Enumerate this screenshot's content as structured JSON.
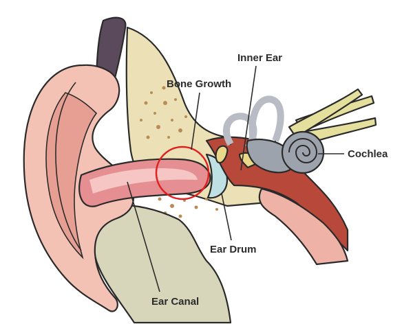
{
  "labels": {
    "inner_ear": "Inner Ear",
    "bone_growth": "Bone Growth",
    "cochlea": "Cochlea",
    "ear_drum": "Ear Drum",
    "ear_canal": "Ear Canal"
  },
  "colors": {
    "skin": "#f4c2b5",
    "skin_shadow": "#e79f93",
    "canal_pink": "#e68f93",
    "bone": "#ece1b6",
    "bone_dots": "#b98c56",
    "tissue": "#d8d6ba",
    "middle_ear_red": "#b8483a",
    "canal_grey": "#b9bcc4",
    "cochlea_grey": "#9da3ad",
    "ear_drum_blue": "#bfe1e4",
    "hair_purple": "#5a4a5c",
    "nerve_yellow": "#e4df9d",
    "highlight_ring": "#e02020"
  }
}
